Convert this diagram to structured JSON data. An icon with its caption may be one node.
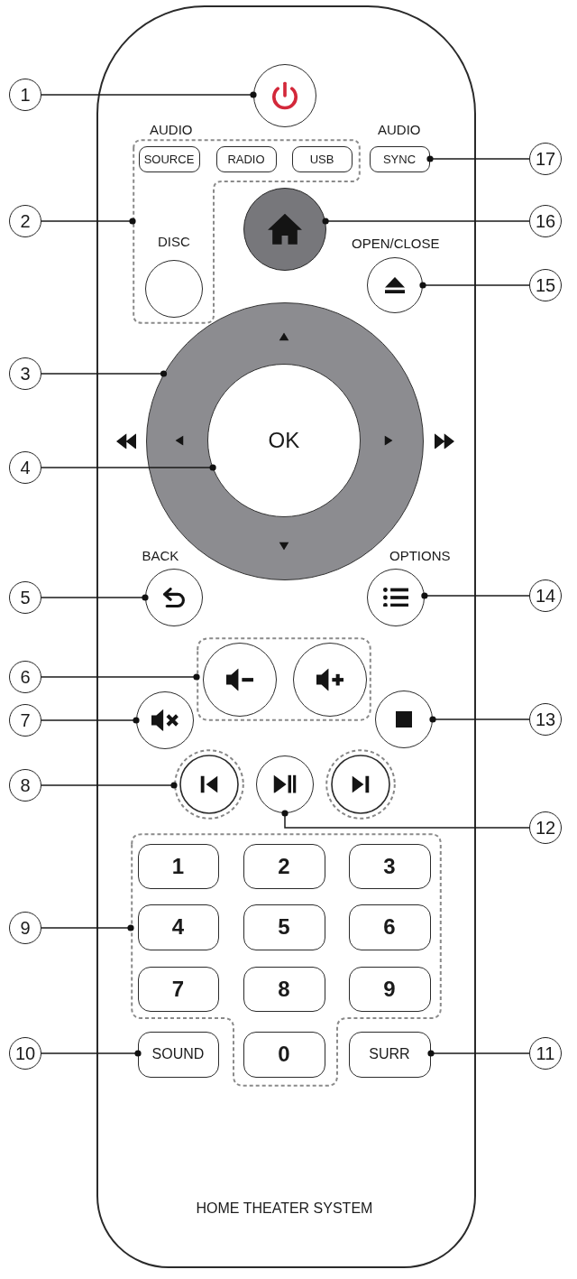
{
  "diagram": {
    "nodes": [
      {
        "text": [
          "HOME THEATER SYSTEM"
        ]
      },
      {
        "text": [
          "1"
        ]
      },
      {
        "text": [],
        "shape": "circle",
        "in": 0
      },
      {
        "text": [],
        "shape": "box",
        "in": 0
      },
      {
        "text": [
          "SOURCE"
        ],
        "beside": [
          "AUDIO"
        ],
        "in": 3
      },
      {
        "text": [
          "RADIO"
        ],
        "in": 3
      },
      {
        "text": [
          "USB"
        ],
        "in": 3
      },
      {
        "text": [
          "SYNC"
        ],
        "beside": [
          "AUDIO"
        ],
        "in": 0
      },
      {
        "text": [
          "17"
        ]
      },
      {
        "text": [
          "2"
        ]
      },
      {
        "text": [],
        "shape": "circle",
        "in": 0
      },
      {
        "text": [
          "16"
        ]
      },
      {
        "text": [],
        "shape": "circle",
        "beside": [
          "DISC"
        ],
        "in": 3
      },
      {
        "text": [],
        "shape": "circle",
        "beside": [
          "OPEN/CLOSE"
        ],
        "in": 0
      },
      {
        "text": [
          "15"
        ]
      },
      {
        "text": [],
        "shape": "circle",
        "in": 0
      },
      {
        "text": [
          "3"
        ]
      },
      {
        "text": [
          "OK"
        ],
        "in": 15
      },
      {
        "text": [
          "4"
        ]
      },
      {
        "text": [
          "5"
        ]
      },
      {
        "text": [],
        "shape": "circle",
        "beside": [
          "BACK"
        ],
        "in": 0
      },
      {
        "text": [],
        "shape": "circle",
        "beside": [
          "OPTIONS"
        ],
        "in": 0
      },
      {
        "text": [
          "14"
        ]
      },
      {
        "text": [],
        "shape": "box",
        "in": 0
      },
      {
        "text": [
          "6"
        ]
      },
      {
        "text": [],
        "shape": "circle",
        "in": 23
      },
      {
        "text": [],
        "shape": "circle",
        "in": 23
      },
      {
        "text": [
          "7"
        ]
      },
      {
        "text": [],
        "shape": "circle",
        "in": 0
      },
      {
        "text": [],
        "shape": "circle",
        "in": 0
      },
      {
        "text": [
          "13"
        ]
      },
      {
        "text": [
          "8"
        ]
      },
      {
        "text": [],
        "shape": "circle",
        "in": 0
      },
      {
        "text": [],
        "shape": "circle",
        "in": 0
      },
      {
        "text": [],
        "shape": "circle",
        "in": 0
      },
      {
        "text": [
          "12"
        ]
      },
      {
        "text": [],
        "shape": "box",
        "in": 0
      },
      {
        "text": [
          "1"
        ],
        "in": 36
      },
      {
        "text": [
          "2"
        ],
        "in": 36
      },
      {
        "text": [
          "3"
        ],
        "in": 36
      },
      {
        "text": [
          "9"
        ]
      },
      {
        "text": [
          "4"
        ],
        "in": 36
      },
      {
        "text": [
          "5"
        ],
        "in": 36
      },
      {
        "text": [
          "6"
        ],
        "in": 36
      },
      {
        "text": [
          "7"
        ],
        "in": 36
      },
      {
        "text": [
          "8"
        ],
        "in": 36
      },
      {
        "text": [
          "9"
        ],
        "in": 36
      },
      {
        "text": [
          "10"
        ]
      },
      {
        "text": [
          "SOUND"
        ],
        "in": 0
      },
      {
        "text": [
          "0"
        ],
        "in": 36
      },
      {
        "text": [
          "SURR"
        ],
        "in": 0
      },
      {
        "text": [
          "11"
        ]
      }
    ],
    "edges": [
      {
        "from": 1,
        "to": 2,
        "arrow": "other"
      },
      {
        "from": 9,
        "to": 3,
        "arrow": "other"
      },
      {
        "from": 16,
        "to": 15,
        "arrow": "other"
      },
      {
        "from": 18,
        "to": 17,
        "arrow": "other"
      },
      {
        "from": 19,
        "to": 20,
        "arrow": "other"
      },
      {
        "from": 24,
        "to": 23,
        "arrow": "other"
      },
      {
        "from": 27,
        "to": 28,
        "arrow": "other"
      },
      {
        "from": 31,
        "to": 32,
        "arrow": "other"
      },
      {
        "from": 40,
        "to": 36,
        "arrow": "other"
      },
      {
        "from": 47,
        "to": 48,
        "arrow": "other"
      },
      {
        "from": 51,
        "to": 50,
        "arrow": "other"
      },
      {
        "from": 35,
        "to": 33,
        "arrow": "other"
      },
      {
        "from": 30,
        "to": 29,
        "arrow": "other"
      },
      {
        "from": 22,
        "to": 21,
        "arrow": "other"
      },
      {
        "from": 14,
        "to": 13,
        "arrow": "other"
      },
      {
        "from": 11,
        "to": 10,
        "arrow": "other"
      },
      {
        "from": 8,
        "to": 7,
        "arrow": "other"
      }
    ]
  }
}
